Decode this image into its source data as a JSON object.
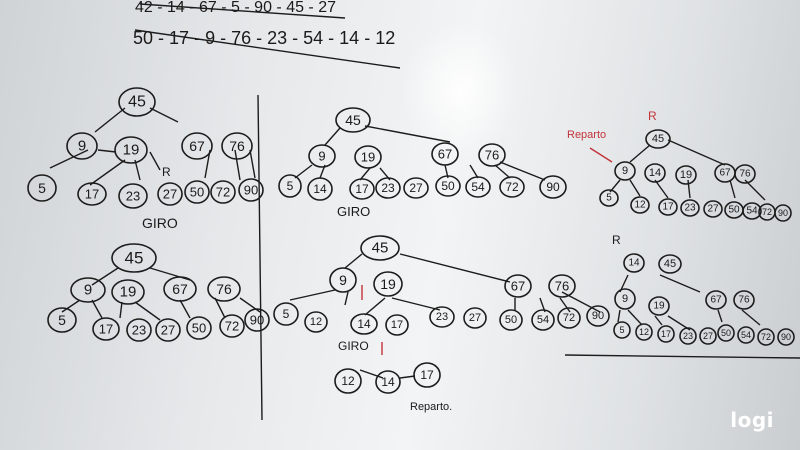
{
  "sequence": {
    "line1": [
      "42",
      "14",
      "67",
      "5",
      "90",
      "45",
      "27"
    ],
    "line2": [
      "50",
      "17",
      "9",
      "76",
      "23",
      "54",
      "14",
      "12"
    ]
  },
  "labels": {
    "giro": "GIRO",
    "reparto": "Reparto",
    "reparto_dot": "Reparto.",
    "r": "R"
  },
  "trees": [
    {
      "id": "t1",
      "root": [
        "45"
      ],
      "level1": [
        "9",
        "19",
        "67",
        "76"
      ],
      "leaves": [
        "5",
        "17",
        "23",
        "27",
        "50",
        "72",
        "90"
      ]
    },
    {
      "id": "t2",
      "root": [
        "45"
      ],
      "level1": [
        "9",
        "19",
        "67",
        "76"
      ],
      "leaves": [
        "5",
        "14",
        "17",
        "23",
        "27",
        "50",
        "54",
        "72",
        "90"
      ]
    },
    {
      "id": "t3",
      "root": [
        "45"
      ],
      "level1": [
        "9",
        "14",
        "19",
        "67",
        "76"
      ],
      "leaves": [
        "5",
        "12",
        "17",
        "23",
        "27",
        "50",
        "54",
        "72",
        "90"
      ]
    },
    {
      "id": "t4",
      "root": [
        "45"
      ],
      "level1": [
        "9",
        "19",
        "67",
        "76"
      ],
      "leaves": [
        "5",
        "17",
        "23",
        "27",
        "50",
        "72",
        "90"
      ]
    },
    {
      "id": "t5",
      "root": [
        "45"
      ],
      "level1": [
        "9",
        "19",
        "67",
        "76"
      ],
      "leaves": [
        "5",
        "12",
        "14",
        "17",
        "23",
        "27",
        "50",
        "54",
        "72",
        "90"
      ],
      "sub": [
        "12",
        "14",
        "17"
      ]
    },
    {
      "id": "t6",
      "root": [
        "14",
        "45"
      ],
      "level1": [
        "9",
        "19",
        "67",
        "76"
      ],
      "leaves": [
        "5",
        "12",
        "17",
        "23",
        "27",
        "50",
        "54",
        "72",
        "90"
      ]
    }
  ],
  "logo": "logi"
}
